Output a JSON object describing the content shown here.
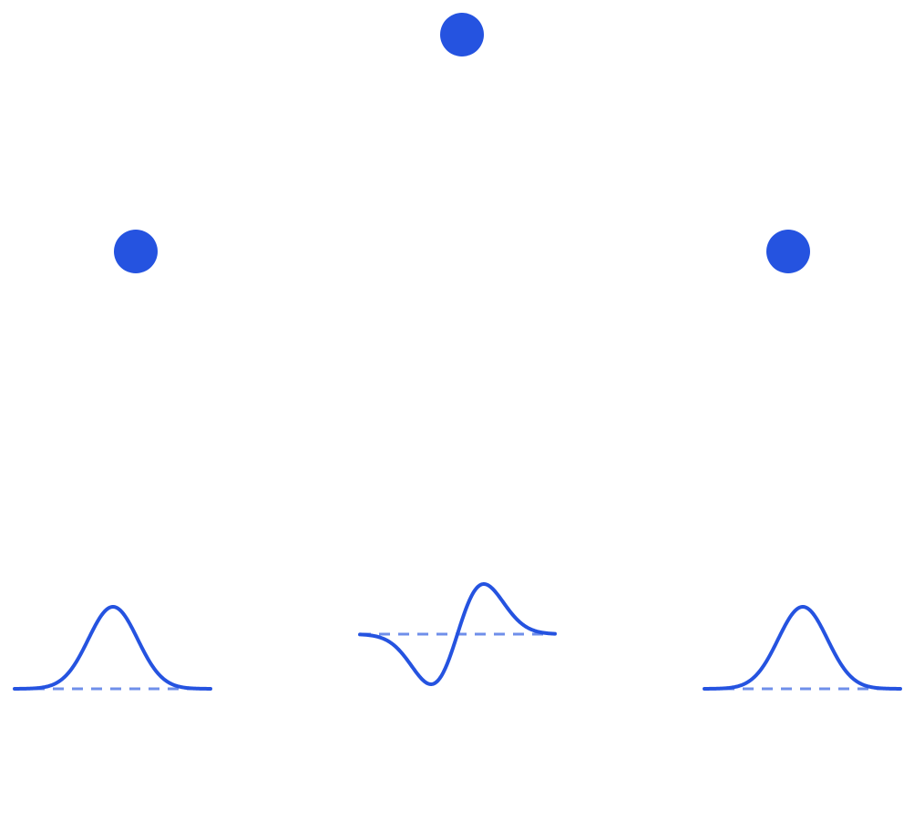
{
  "colors": {
    "accent": "#2553e0",
    "baseline": "#6f8fea",
    "background": "#ffffff"
  },
  "nodes": [
    {
      "id": "top",
      "label": ""
    },
    {
      "id": "left",
      "label": ""
    },
    {
      "id": "right",
      "label": ""
    }
  ],
  "waveforms": [
    {
      "id": "left",
      "kind": "gaussian",
      "baseline": "dashed"
    },
    {
      "id": "center",
      "kind": "gaussian-derivative",
      "baseline": "dashed"
    },
    {
      "id": "right",
      "kind": "gaussian",
      "baseline": "dashed"
    }
  ]
}
